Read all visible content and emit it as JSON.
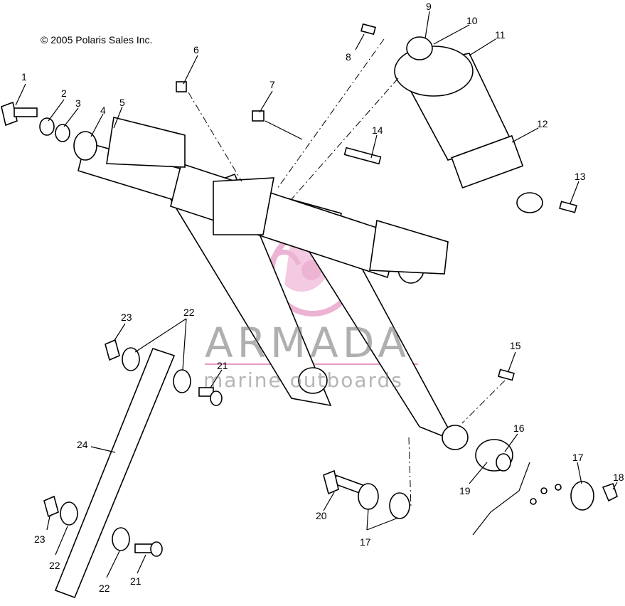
{
  "copyright": "© 2005 Polaris Sales Inc.",
  "watermark": {
    "brand": "ARMADA",
    "tagline": "marine outboards",
    "logo_color": "#e79ac4"
  },
  "callouts": [
    "1",
    "2",
    "3",
    "4",
    "5",
    "6",
    "7",
    "8",
    "9",
    "10",
    "11",
    "12",
    "13",
    "14",
    "15",
    "16",
    "17",
    "18",
    "19",
    "20",
    "21",
    "22",
    "23",
    "24"
  ]
}
